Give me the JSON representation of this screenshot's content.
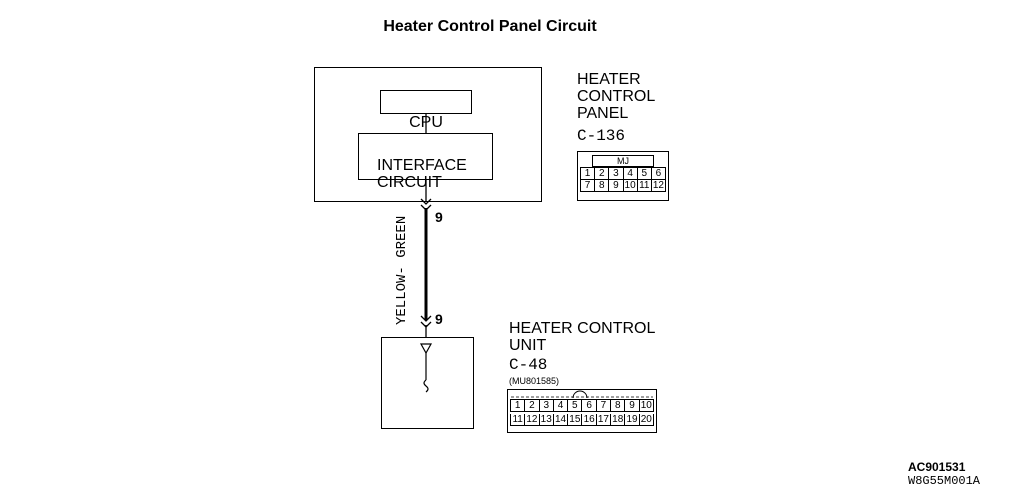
{
  "title": "Heater Control Panel Circuit",
  "panel_module": {
    "cpu_label": "CPU",
    "interface_label": "INTERFACE\nCIRCUIT"
  },
  "wire": {
    "color_label": "YELLOW- GREEN",
    "top_pin": "9",
    "bottom_pin": "9"
  },
  "panel_connector": {
    "name": "HEATER\nCONTROL\nPANEL",
    "code": "C-136",
    "key_label": "MJ",
    "row1": [
      "1",
      "2",
      "3",
      "4",
      "5",
      "6"
    ],
    "row2": [
      "7",
      "8",
      "9",
      "10",
      "11",
      "12"
    ]
  },
  "unit_connector": {
    "name": "HEATER CONTROL\nUNIT",
    "code": "C-48",
    "part_no": "(MU801585)",
    "row1": [
      "1",
      "2",
      "3",
      "4",
      "5",
      "6",
      "7",
      "8",
      "9",
      "10"
    ],
    "row2": [
      "11",
      "12",
      "13",
      "14",
      "15",
      "16",
      "17",
      "18",
      "19",
      "20"
    ]
  },
  "footer": {
    "ref1": "AC901531",
    "ref2": "W8G55M001A"
  }
}
